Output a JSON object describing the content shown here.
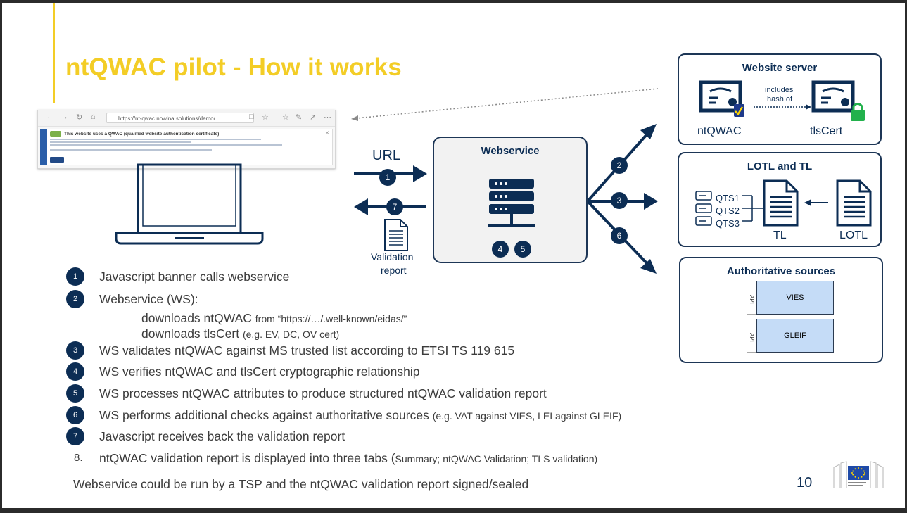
{
  "slide": {
    "title": "ntQWAC pilot - How it works",
    "page_number": "10",
    "footer": "Webservice could be run by a TSP and the ntQWAC validation report signed/sealed"
  },
  "browser": {
    "url": "https://nt-qwac.nowina.solutions/demo/",
    "banner_title": "This website uses a QWAC (qualified website authentication certificate)"
  },
  "diagram": {
    "url_label": "URL",
    "validation_report": [
      "Validation",
      "report"
    ],
    "webservice_title": "Webservice",
    "website_server": {
      "title": "Website server",
      "includes": "includes",
      "hash_of": "hash of",
      "left_label": "ntQWAC",
      "right_label": "tlsCert"
    },
    "lotl": {
      "title": "LOTL and TL",
      "qts": [
        "QTS1",
        "QTS2",
        "QTS3"
      ],
      "tl_label": "TL",
      "lotl_label": "LOTL"
    },
    "auth": {
      "title": "Authoritative sources",
      "api_tag": "API",
      "vies": "VIES",
      "gleif": "GLEIF"
    },
    "step_badges": [
      "1",
      "7",
      "2",
      "3",
      "6",
      "4",
      "5"
    ]
  },
  "steps": [
    {
      "num": "1",
      "text": "Javascript banner calls webservice",
      "small": ""
    },
    {
      "num": "2",
      "text": "Webservice (WS):",
      "small": ""
    },
    {
      "num": "3",
      "text": "WS validates ntQWAC against MS trusted list according to ETSI TS 119 615",
      "small": ""
    },
    {
      "num": "4",
      "text": "WS verifies ntQWAC and tlsCert cryptographic relationship",
      "small": ""
    },
    {
      "num": "5",
      "text": "WS processes ntQWAC attributes to produce structured ntQWAC validation report",
      "small": ""
    },
    {
      "num": "6",
      "text": "WS performs additional checks against authoritative sources ",
      "small": "(e.g. VAT against VIES, LEI against GLEIF)"
    },
    {
      "num": "7",
      "text": "Javascript receives back the validation report",
      "small": ""
    },
    {
      "num": "8.",
      "text": "ntQWAC validation report is displayed into three tabs (",
      "small": "Summary; ntQWAC Validation; TLS validation)"
    }
  ],
  "substeps": [
    {
      "text": "downloads ntQWAC ",
      "small": "from “https://…/.well-known/eidas/”"
    },
    {
      "text": "downloads tlsCert ",
      "small": "(e.g. EV, DC, OV cert)"
    }
  ],
  "colors": {
    "title": "#f3cd26",
    "navy": "#0c2d54",
    "api_fill": "#c5dcf7"
  }
}
